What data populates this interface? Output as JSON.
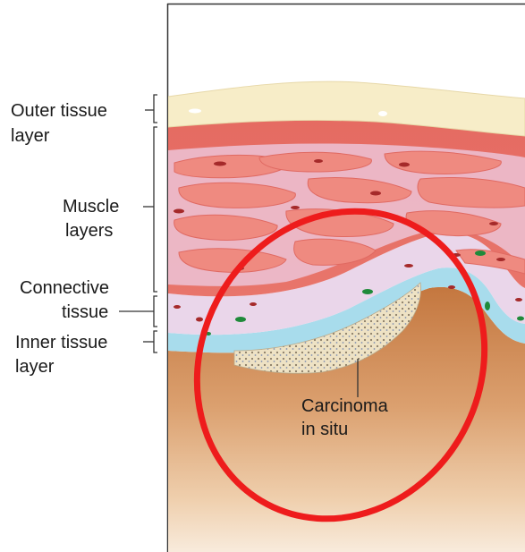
{
  "labels": {
    "outer_tissue_line1": "Outer tissue",
    "outer_tissue_line2": "layer",
    "muscle_line1": "Muscle",
    "muscle_line2": "layers",
    "connective_line1": "Connective",
    "connective_line2": "tissue",
    "inner_tissue_line1": "Inner tissue",
    "inner_tissue_line2": "layer",
    "carcinoma_line1": "Carcinoma",
    "carcinoma_line2": "in situ"
  },
  "colors": {
    "outer_layer": "#f7edc8",
    "muscle": "#e8736a",
    "muscle_fiber": "#ef8c80",
    "connective": "#ead6ea",
    "inner_layer": "#a8dcec",
    "tissue_bulk": "#d59062",
    "carcinoma": "#eadfc0",
    "highlight_circle": "#ee1c1c"
  }
}
